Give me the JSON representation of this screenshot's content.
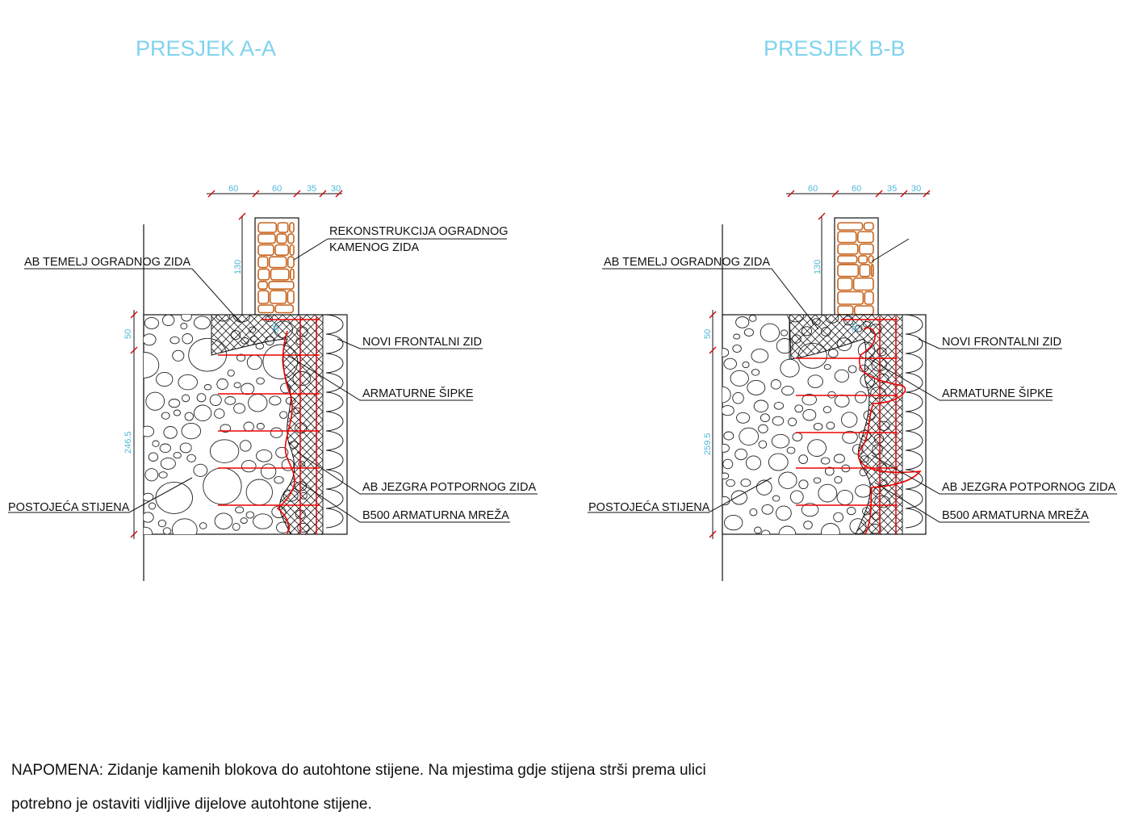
{
  "sections": [
    {
      "title": "PRESJEK A-A",
      "dims_top": [
        "60",
        "60",
        "35",
        "30"
      ],
      "dim_wall_height": "130",
      "dim_foundation": "50",
      "dim_core_small": "30",
      "dim_total_height": "246.5",
      "labels": {
        "reconstruction_line1": "REKONSTRUKCIJA OGRADNOG",
        "reconstruction_line2": "KAMENOG ZIDA",
        "foundation": "AB  TEMELJ OGRADNOG ZIDA",
        "front_wall": "NOVI FRONTALNI ZID",
        "rebars": "ARMATURNE ŠIPKE",
        "core": "AB  JEZGRA POTPORNOG ZIDA",
        "mesh": "B500 ARMATURNA MREŽA",
        "rock": "POSTOJEĆA STIJENA"
      }
    },
    {
      "title": "PRESJEK B-B",
      "dims_top": [
        "60",
        "60",
        "35",
        "30"
      ],
      "dim_wall_height": "130",
      "dim_foundation": "50",
      "dim_core_small": "30",
      "dim_total_height": "259.5",
      "labels": {
        "foundation": "AB  TEMELJ OGRADNOG ZIDA",
        "front_wall": "NOVI FRONTALNI ZID",
        "rebars": "ARMATURNE ŠIPKE",
        "core": "AB  JEZGRA POTPORNOG ZIDA",
        "mesh": "B500 ARMATURNA MREŽA",
        "rock": "POSTOJEĆA STIJENA"
      }
    }
  ],
  "note": {
    "line1": "NAPOMENA: Zidanje kamenih blokova do autohtone stijene. Na mjestima gdje stijena strši prema ulici",
    "line2": "potrebno je ostaviti vidljive dijelove autohtone stijene."
  },
  "colors": {
    "title": "#7fd3ee",
    "dimension": "#4fb8d8",
    "rebar": "#ff0000",
    "stone_wall": "#c8641e",
    "lines": "#111111"
  }
}
